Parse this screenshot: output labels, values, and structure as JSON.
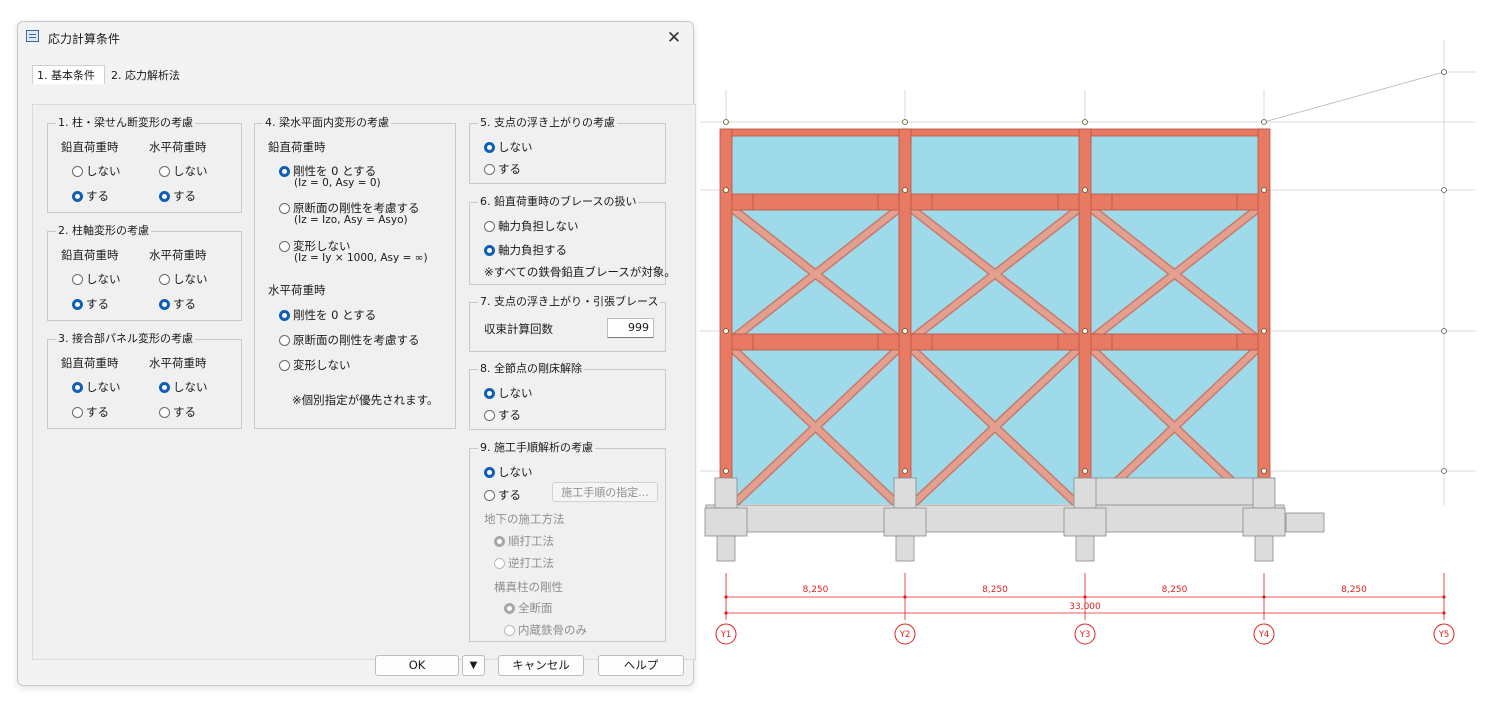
{
  "dialog": {
    "title": "応力計算条件",
    "close_glyph": "✕",
    "tabs": [
      {
        "label": "1. 基本条件"
      },
      {
        "label": "2. 応力解析法"
      }
    ]
  },
  "groups": {
    "g1": {
      "title": "1. 柱・梁せん断変形の考慮",
      "col1": "鉛直荷重時",
      "col2": "水平荷重時",
      "opt_no": "しない",
      "opt_yes": "する",
      "col1_selected": "する",
      "col2_selected": "する"
    },
    "g2": {
      "title": "2. 柱軸変形の考慮",
      "col1": "鉛直荷重時",
      "col2": "水平荷重時",
      "opt_no": "しない",
      "opt_yes": "する",
      "col1_selected": "する",
      "col2_selected": "する"
    },
    "g3": {
      "title": "3. 接合部パネル変形の考慮",
      "col1": "鉛直荷重時",
      "col2": "水平荷重時",
      "opt_no": "しない",
      "opt_yes": "する",
      "col1_selected": "しない",
      "col2_selected": "しない"
    },
    "g4": {
      "title": "4. 梁水平面内変形の考慮",
      "vertical_label": "鉛直荷重時",
      "v_options": [
        {
          "label": "剛性を 0 とする",
          "sub": "(Iz = 0, Asy = 0)",
          "selected": true
        },
        {
          "label": "原断面の剛性を考慮する",
          "sub": "(Iz = Izo, Asy = Asyo)",
          "selected": false
        },
        {
          "label": "変形しない",
          "sub": "(Iz = Iy × 1000, Asy = ∞)",
          "selected": false
        }
      ],
      "horizontal_label": "水平荷重時",
      "h_options": [
        {
          "label": "剛性を 0 とする",
          "selected": true
        },
        {
          "label": "原断面の剛性を考慮する",
          "selected": false
        },
        {
          "label": "変形しない",
          "selected": false
        }
      ],
      "note": "※個別指定が優先されます。"
    },
    "g5": {
      "title": "5. 支点の浮き上がりの考慮",
      "options": [
        {
          "label": "しない",
          "selected": true
        },
        {
          "label": "する",
          "selected": false
        }
      ]
    },
    "g6": {
      "title": "6. 鉛直荷重時のブレースの扱い",
      "options": [
        {
          "label": "軸力負担しない",
          "selected": false
        },
        {
          "label": "軸力負担する",
          "selected": true
        }
      ],
      "note": "※すべての鉄骨鉛直ブレースが対象。"
    },
    "g7": {
      "title": "7. 支点の浮き上がり・引張ブレース",
      "field_label": "収束計算回数",
      "field_value": "999"
    },
    "g8": {
      "title": "8. 全節点の剛床解除",
      "options": [
        {
          "label": "しない",
          "selected": true
        },
        {
          "label": "する",
          "selected": false
        }
      ]
    },
    "g9": {
      "title": "9. 施工手順解析の考慮",
      "options": [
        {
          "label": "しない",
          "selected": true
        },
        {
          "label": "する",
          "selected": false
        }
      ],
      "spec_button": "施工手順の指定...",
      "method_label": "地下の施工方法",
      "methods": [
        {
          "label": "順打工法",
          "selected": true
        },
        {
          "label": "逆打工法",
          "selected": false
        }
      ],
      "rigidity_label": "構真柱の剛性",
      "rigidity": [
        {
          "label": "全断面",
          "selected": true
        },
        {
          "label": "内蔵鉄骨のみ",
          "selected": false
        }
      ]
    }
  },
  "buttons": {
    "ok": "OK",
    "dropdown": "▼",
    "cancel": "キャンセル",
    "help": "ヘルプ"
  },
  "drawing": {
    "spans": [
      "8,250",
      "8,250",
      "8,250",
      "8,250"
    ],
    "total": "33,000",
    "axes": [
      "Y1",
      "Y2",
      "Y3",
      "Y4",
      "Y5"
    ],
    "colors": {
      "beam": "#e87a64",
      "brace": "#e3a090",
      "panel": "#9edaea",
      "base": "#dcdcdc",
      "dim": "#e02020",
      "grid": "#cfcfcf"
    }
  }
}
